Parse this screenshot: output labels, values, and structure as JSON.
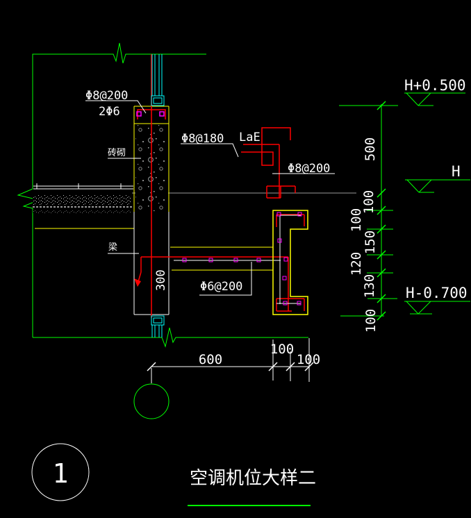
{
  "drawing_title": {
    "number": "1",
    "text": "空调机位大样二"
  },
  "labels": {
    "wall_top_rebar": "Φ8@200",
    "wall_top_bars": "2Φ6",
    "brick_masonry": "砖砌",
    "slab_top_rebar": "Φ8@180",
    "anchor_note": "LaE",
    "hook_rebar": "Φ8@200",
    "beam": "梁",
    "beam_width": "300",
    "platform_rebar": "Φ6@200"
  },
  "elevations": {
    "upper": "H+0.500",
    "mid": "H",
    "lower": "H-0.700"
  },
  "dimensions": {
    "right_chain": [
      "500",
      "100",
      "100",
      "150",
      "120",
      "130",
      "100"
    ],
    "bottom_chain": [
      "600",
      "100",
      "100"
    ]
  },
  "colors": {
    "outline_green": "#00ff00",
    "rebar_red": "#ff0000",
    "structure_yellow": "#ffff00",
    "window_cyan": "#00ffff",
    "bar_section_magenta": "#ff00ff",
    "text_white": "#ffffff",
    "level_gray": "#9a9a9a",
    "background": "#000000"
  }
}
